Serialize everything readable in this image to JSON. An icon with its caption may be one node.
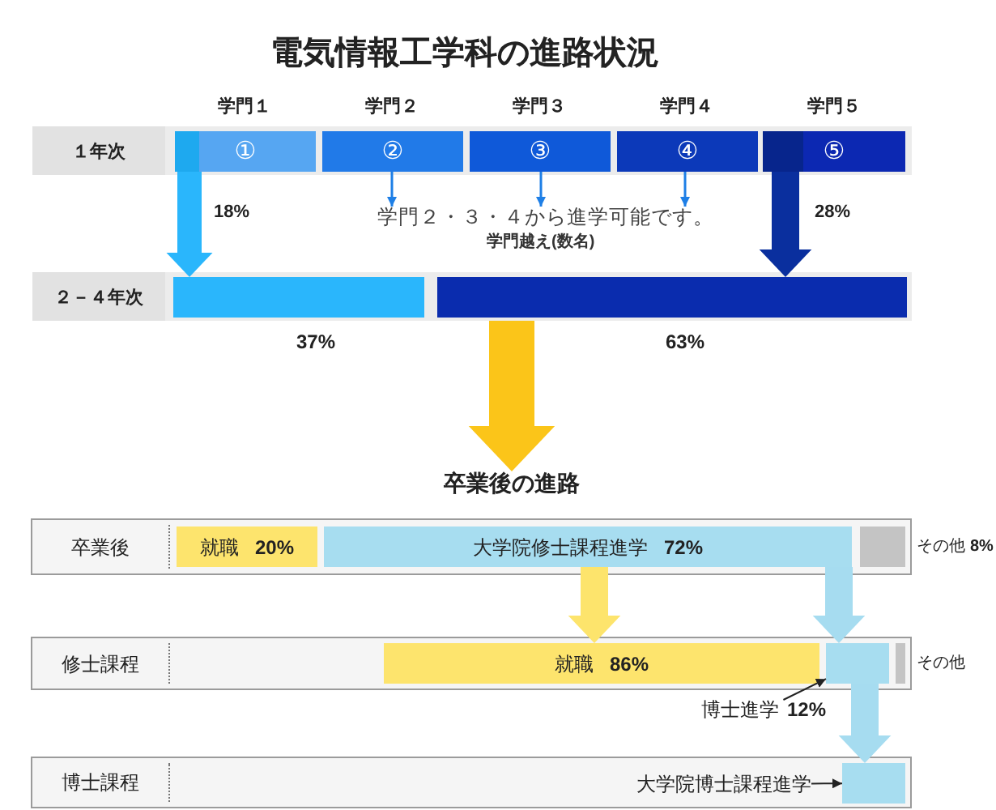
{
  "diagram": {
    "title": "電気情報工学科の進路状況",
    "nodes": [
      {
        "text": [
          "１年次"
        ]
      },
      {
        "text": [
          "①"
        ],
        "in": 0
      },
      {
        "text": [
          "②"
        ],
        "in": 0
      },
      {
        "text": [
          "③"
        ],
        "in": 0
      },
      {
        "text": [
          "④"
        ],
        "in": 0
      },
      {
        "text": [
          "⑤"
        ],
        "in": 0
      },
      {
        "text": [
          "学門２・３・４から進学可能です。"
        ]
      },
      {
        "text": [
          "２－４年次"
        ]
      },
      {
        "text": [],
        "shape": "bar",
        "in": 7,
        "beside": [
          "37%"
        ]
      },
      {
        "text": [],
        "shape": "bar",
        "in": 7,
        "beside": [
          "63%"
        ]
      },
      {
        "text": [
          "卒業後の進路"
        ]
      },
      {
        "text": [
          "卒業後"
        ]
      },
      {
        "text": [
          "就職",
          "20%"
        ],
        "in": 11
      },
      {
        "text": [
          "大学院修士課程進学",
          "72%"
        ],
        "in": 11
      },
      {
        "text": [],
        "shape": "bar",
        "in": 11,
        "beside": [
          "その他",
          "8%"
        ]
      },
      {
        "text": [
          "修士課程"
        ]
      },
      {
        "text": [
          "就職",
          "86%"
        ],
        "in": 15
      },
      {
        "text": [],
        "shape": "bar",
        "in": 15
      },
      {
        "text": [],
        "shape": "bar",
        "in": 15,
        "beside": [
          "その他"
        ]
      },
      {
        "text": [
          "博士進学",
          "12%"
        ]
      },
      {
        "text": [
          "博士課程"
        ]
      },
      {
        "text": [
          "大学院博士課程進学"
        ],
        "in": 20
      },
      {
        "text": [],
        "shape": "bar",
        "in": 20
      }
    ],
    "edges": [
      {
        "from": 1,
        "to": 8,
        "arrow": "to",
        "label": "18%",
        "color": "#2ab6fc"
      },
      {
        "from": 2,
        "to": 6,
        "arrow": "to",
        "color": "#1e7fe6"
      },
      {
        "from": 3,
        "to": 6,
        "arrow": "to",
        "color": "#1e7fe6"
      },
      {
        "from": 4,
        "to": 6,
        "arrow": "to",
        "color": "#1e7fe6"
      },
      {
        "from": 5,
        "to": 9,
        "arrow": "to",
        "label": "28%",
        "color": "#0a2f9e"
      },
      {
        "from": 7,
        "to": 10,
        "arrow": "to",
        "style": "thick",
        "color": "#fbc519"
      },
      {
        "from": 13,
        "to": 16,
        "arrow": "to",
        "color": "#fde46c"
      },
      {
        "from": 13,
        "to": 17,
        "arrow": "to",
        "color": "#a6dcf0"
      },
      {
        "from": 17,
        "to": 22,
        "arrow": "to",
        "color": "#a6dcf0"
      },
      {
        "from": 19,
        "to": 17,
        "arrow": "to",
        "color": "#222222"
      },
      {
        "from": 21,
        "to": 22,
        "arrow": "to",
        "color": "#222222"
      }
    ],
    "labels": [
      "学門１",
      "学門２",
      "学門３",
      "学門４",
      "学門５",
      "学門越え(数名)"
    ]
  }
}
